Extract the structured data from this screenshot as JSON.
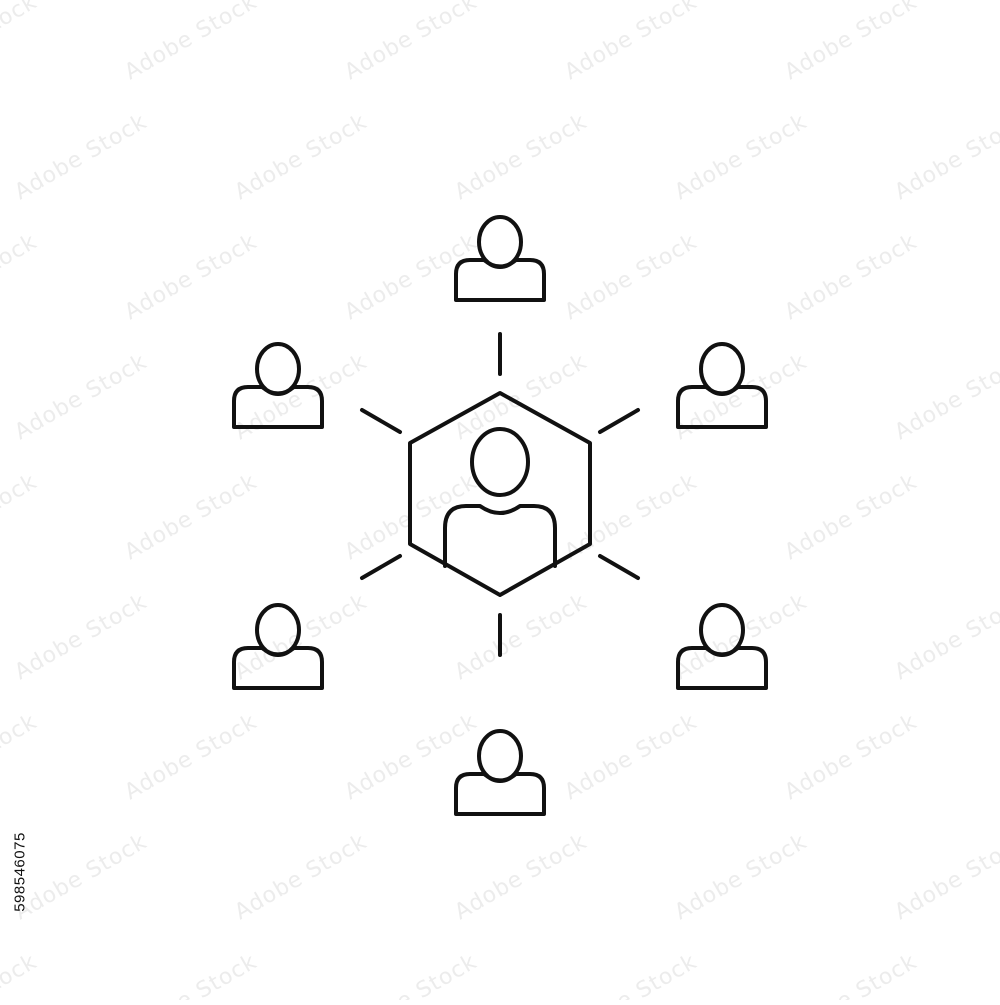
{
  "image": {
    "kind": "line-icon illustration",
    "background_color": "#ffffff",
    "stroke_color": "#111111"
  },
  "icons": {
    "center": "person-in-hexagon-icon",
    "connector": "connector-line",
    "satellites": [
      "person-icon-top",
      "person-icon-upper-left",
      "person-icon-upper-right",
      "person-icon-lower-left",
      "person-icon-lower-right",
      "person-icon-bottom"
    ]
  },
  "watermark": {
    "text": "Adobe Stock",
    "color": "#ececec"
  },
  "stock_id": "598546075"
}
